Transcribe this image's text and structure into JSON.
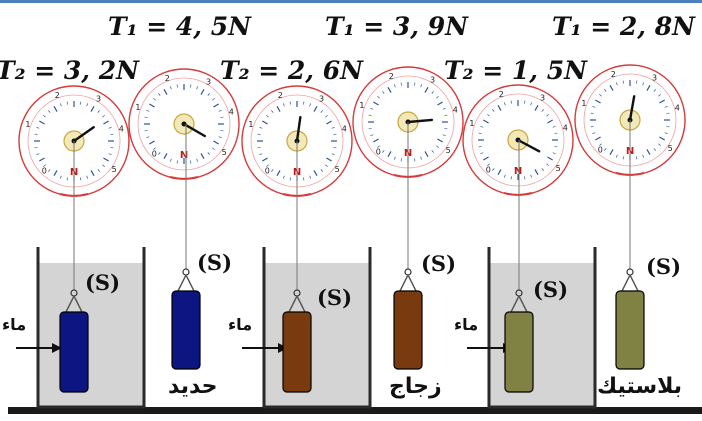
{
  "readings": {
    "iron": {
      "t1": "T₁ = 4, 5N",
      "t2": "T₂ = 3, 2N"
    },
    "glass": {
      "t1": "T₁ = 3, 9N",
      "t2": "T₂ = 2, 6N"
    },
    "plastic": {
      "t1": "T₁ = 2, 8N",
      "t2": "T₂ = 1, 5N"
    }
  },
  "hook_label": "(S)",
  "water_label": "ماء",
  "materials": {
    "iron": "حديد",
    "glass": "زجاج",
    "plastic": "بلاستيك"
  },
  "dial_labels": {
    "zero": "0",
    "numbers": [
      "1",
      "2",
      "3",
      "4",
      "5"
    ],
    "north": "N"
  },
  "colors": {
    "iron_block": "#0c1580",
    "glass_block": "#7a3a10",
    "plastic_block": "#7f8243",
    "water": "#d4d4d4",
    "dial_ring": "#d63a3a",
    "dial_center": "#f3e8b8",
    "ground": "#1a1a1a"
  }
}
